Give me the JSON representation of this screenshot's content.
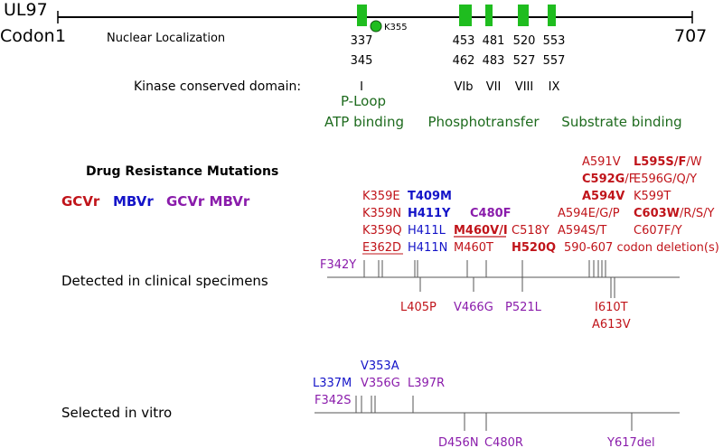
{
  "gene": {
    "name": "UL97",
    "codon_label": "Codon",
    "start_codon": "1",
    "end_codon": "707",
    "nuclear_label": "Nuclear Localization",
    "k355_label": "K355"
  },
  "domain_codons": {
    "top": [
      "337",
      "453",
      "481",
      "520",
      "553"
    ],
    "bottom": [
      "345",
      "462",
      "483",
      "527",
      "557"
    ],
    "kinase_label": "Kinase conserved domain:",
    "numerals": [
      "I",
      "VIb",
      "VII",
      "VIII",
      "IX"
    ]
  },
  "functions": {
    "ploop": "P-Loop",
    "atp": "ATP binding",
    "phospho": "Phosphotransfer",
    "substrate": "Substrate binding"
  },
  "legend": {
    "title": "Drug Resistance Mutations",
    "gcvr": "GCVr",
    "mbvr": "MBVr",
    "both": "GCVr MBVr"
  },
  "colors": {
    "green_box": "#1fbd1f",
    "domain_text": "#1e6b1e",
    "gcvr": "#c0141a",
    "mbvr": "#1414c8",
    "both": "#8a1cab"
  },
  "clinical": {
    "label": "Detected in clinical specimens",
    "f342y": "F342Y",
    "k359e": "K359E",
    "k359n": "K359N",
    "k359q": "K359Q",
    "e362d": "E362D",
    "t409m": "T409M",
    "h411y": "H411Y",
    "h411l": "H411L",
    "h411n": "H411N",
    "c480f": "C480F",
    "m460vi": "M460V/I",
    "m460t": "M460T",
    "c518y": "C518Y",
    "h520q": "H520Q",
    "a591v": "A591V",
    "l595_bold": "L595S/F",
    "l595_rest": "/W",
    "c592g_bold": "C592G",
    "c592g_rest": "/F",
    "e596": "E596G/Q/Y",
    "a594v": "A594V",
    "k599t": "K599T",
    "a594egp": "A594E/G/P",
    "c603_bold": "C603W",
    "c603_rest": "/R/S/Y",
    "a594st": "A594S/T",
    "c607": "C607F/Y",
    "deletion": "590-607 codon deletion(s)",
    "l405p": "L405P",
    "v466g": "V466G",
    "p521l": "P521L",
    "i610t": "I610T",
    "a613v": "A613V"
  },
  "vitro": {
    "label": "Selected in vitro",
    "v353a": "V353A",
    "l337m": "L337M",
    "v356g": "V356G",
    "l397r": "L397R",
    "f342s": "F342S",
    "d456n": "D456N",
    "c480r": "C480R",
    "y617del": "Y617del"
  }
}
